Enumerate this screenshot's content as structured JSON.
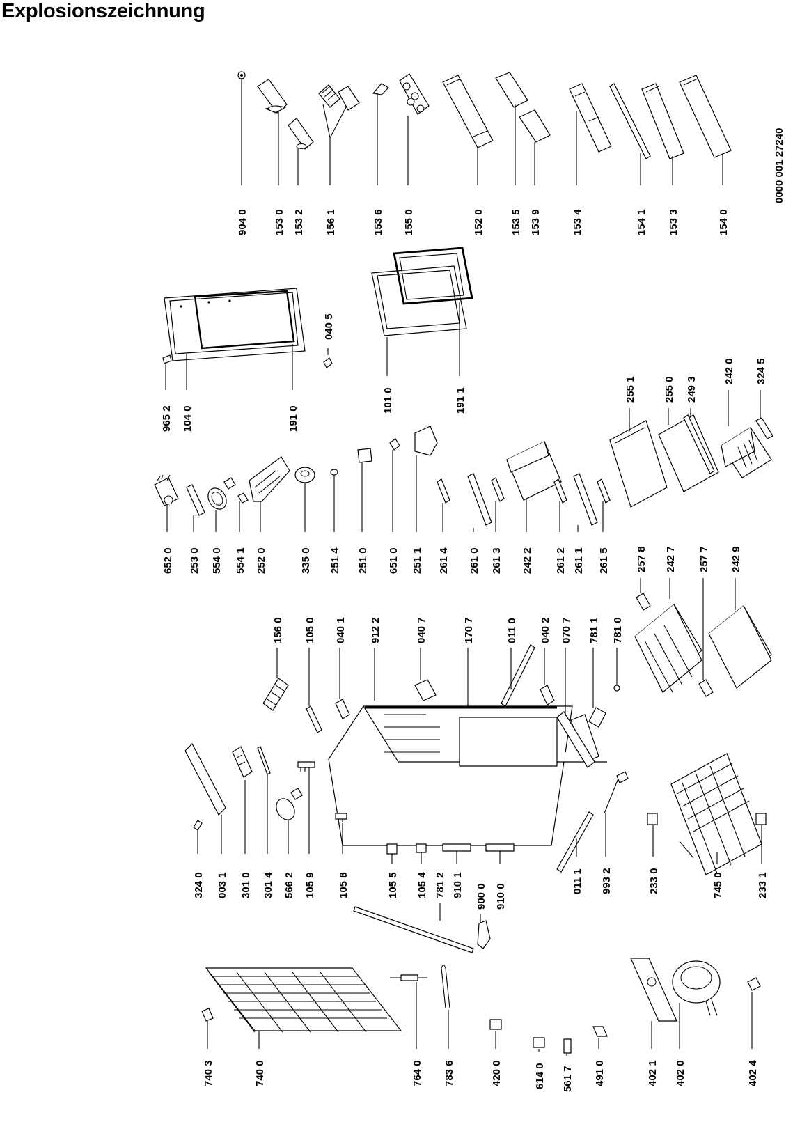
{
  "title": "Explosionszeichnung",
  "document_number": "0000 001 27240",
  "callouts": [
    {
      "id": "c9040",
      "label": "904 0"
    },
    {
      "id": "c1530",
      "label": "153 0"
    },
    {
      "id": "c1532",
      "label": "153 2"
    },
    {
      "id": "c1561",
      "label": "156 1"
    },
    {
      "id": "c1536",
      "label": "153 6"
    },
    {
      "id": "c1550",
      "label": "155 0"
    },
    {
      "id": "c1520",
      "label": "152 0"
    },
    {
      "id": "c1535",
      "label": "153 5"
    },
    {
      "id": "c1539",
      "label": "153 9"
    },
    {
      "id": "c1534",
      "label": "153 4"
    },
    {
      "id": "c1541",
      "label": "154 1"
    },
    {
      "id": "c1533",
      "label": "153 3"
    },
    {
      "id": "c1540",
      "label": "154 0"
    },
    {
      "id": "c9652",
      "label": "965 2"
    },
    {
      "id": "c1040",
      "label": "104 0"
    },
    {
      "id": "c1910",
      "label": "191 0"
    },
    {
      "id": "c0405",
      "label": "040 5"
    },
    {
      "id": "c1010",
      "label": "101 0"
    },
    {
      "id": "c1911",
      "label": "191 1"
    },
    {
      "id": "c6520",
      "label": "652 0"
    },
    {
      "id": "c2530",
      "label": "253 0"
    },
    {
      "id": "c5540",
      "label": "554 0"
    },
    {
      "id": "c5541",
      "label": "554 1"
    },
    {
      "id": "c2520",
      "label": "252 0"
    },
    {
      "id": "c3350",
      "label": "335 0"
    },
    {
      "id": "c2514",
      "label": "251 4"
    },
    {
      "id": "c2510",
      "label": "251 0"
    },
    {
      "id": "c6510",
      "label": "651 0"
    },
    {
      "id": "c2511",
      "label": "251 1"
    },
    {
      "id": "c2614",
      "label": "261 4"
    },
    {
      "id": "c2610",
      "label": "261 0"
    },
    {
      "id": "c2613",
      "label": "261 3"
    },
    {
      "id": "c2422",
      "label": "242 2"
    },
    {
      "id": "c2612",
      "label": "261 2"
    },
    {
      "id": "c2611",
      "label": "261 1"
    },
    {
      "id": "c2615",
      "label": "261 5"
    },
    {
      "id": "c2551",
      "label": "255 1"
    },
    {
      "id": "c2550",
      "label": "255 0"
    },
    {
      "id": "c2493",
      "label": "249 3"
    },
    {
      "id": "c2420",
      "label": "242 0"
    },
    {
      "id": "c3245",
      "label": "324 5"
    },
    {
      "id": "c2578",
      "label": "257 8"
    },
    {
      "id": "c2427",
      "label": "242 7"
    },
    {
      "id": "c2577",
      "label": "257 7"
    },
    {
      "id": "c2429",
      "label": "242 9"
    },
    {
      "id": "c1560",
      "label": "156 0"
    },
    {
      "id": "c1050",
      "label": "105 0"
    },
    {
      "id": "c0401",
      "label": "040 1"
    },
    {
      "id": "c9122",
      "label": "912 2"
    },
    {
      "id": "c0407",
      "label": "040 7"
    },
    {
      "id": "c1707",
      "label": "170 7"
    },
    {
      "id": "c0110",
      "label": "011 0"
    },
    {
      "id": "c0402",
      "label": "040 2"
    },
    {
      "id": "c0707",
      "label": "070 7"
    },
    {
      "id": "c7811",
      "label": "781 1"
    },
    {
      "id": "c7810",
      "label": "781 0"
    },
    {
      "id": "c3240",
      "label": "324 0"
    },
    {
      "id": "c0031",
      "label": "003 1"
    },
    {
      "id": "c3010",
      "label": "301 0"
    },
    {
      "id": "c3014",
      "label": "301 4"
    },
    {
      "id": "c5662",
      "label": "566 2"
    },
    {
      "id": "c1059",
      "label": "105 9"
    },
    {
      "id": "c1058",
      "label": "105 8"
    },
    {
      "id": "c1055",
      "label": "105 5"
    },
    {
      "id": "c1054",
      "label": "105 4"
    },
    {
      "id": "c7812",
      "label": "781 2"
    },
    {
      "id": "c9101",
      "label": "910 1"
    },
    {
      "id": "c9000",
      "label": "900 0"
    },
    {
      "id": "c9100",
      "label": "910 0"
    },
    {
      "id": "c0111",
      "label": "011 1"
    },
    {
      "id": "c9932",
      "label": "993 2"
    },
    {
      "id": "c2330",
      "label": "233 0"
    },
    {
      "id": "c7450",
      "label": "745 0"
    },
    {
      "id": "c2331",
      "label": "233 1"
    },
    {
      "id": "c7403",
      "label": "740 3"
    },
    {
      "id": "c7400",
      "label": "740 0"
    },
    {
      "id": "c7640",
      "label": "764 0"
    },
    {
      "id": "c7836",
      "label": "783 6"
    },
    {
      "id": "c4200",
      "label": "420 0"
    },
    {
      "id": "c6140",
      "label": "614 0"
    },
    {
      "id": "c5617",
      "label": "561 7"
    },
    {
      "id": "c4910",
      "label": "491 0"
    },
    {
      "id": "c4021",
      "label": "402 1"
    },
    {
      "id": "c4020",
      "label": "402 0"
    },
    {
      "id": "c4024",
      "label": "402 4"
    }
  ]
}
